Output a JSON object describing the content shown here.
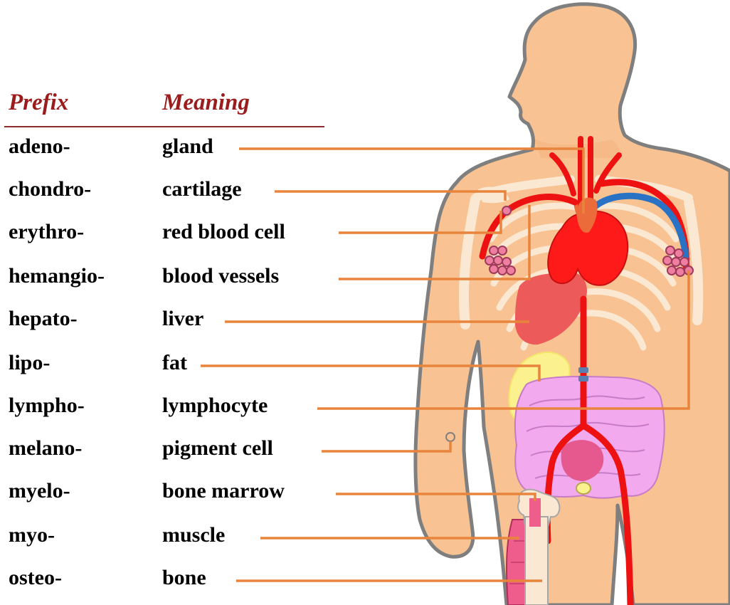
{
  "table": {
    "header": {
      "prefix": "Prefix",
      "meaning": "Meaning"
    },
    "rows": [
      {
        "prefix": "adeno-",
        "meaning": "gland",
        "organ": "thyroid gland"
      },
      {
        "prefix": "chondro-",
        "meaning": "cartilage",
        "organ": "shoulder cartilage"
      },
      {
        "prefix": "erythro-",
        "meaning": "red blood cell",
        "organ": "red blood cells in artery"
      },
      {
        "prefix": "hemangio-",
        "meaning": "blood vessels",
        "organ": "artery"
      },
      {
        "prefix": "hepato-",
        "meaning": "liver",
        "organ": "liver"
      },
      {
        "prefix": "lipo-",
        "meaning": "fat",
        "organ": "fat tissue"
      },
      {
        "prefix": "lympho-",
        "meaning": "lymphocyte",
        "organ": "lymph nodes"
      },
      {
        "prefix": "melano-",
        "meaning": "pigment cell",
        "organ": "skin mole"
      },
      {
        "prefix": "myelo-",
        "meaning": "bone marrow",
        "organ": "femur marrow"
      },
      {
        "prefix": "myo-",
        "meaning": "muscle",
        "organ": "thigh muscle"
      },
      {
        "prefix": "osteo-",
        "meaning": "bone",
        "organ": "femur"
      }
    ]
  },
  "colors": {
    "header_text": "#9b1c1c",
    "leader_line": "#e8843c",
    "skin": "#f8c292",
    "outline": "#7f7f7f",
    "artery": "#ee1111",
    "vein": "#2a72c4",
    "heart": "#ff1a1a",
    "liver": "#ec5a5a",
    "fat": "#fbf28f",
    "intestine": "#f2a9ee",
    "bone": "#fbe8d2",
    "muscle": "#ef5d8c",
    "lymph_node": "#ee7fa1"
  }
}
